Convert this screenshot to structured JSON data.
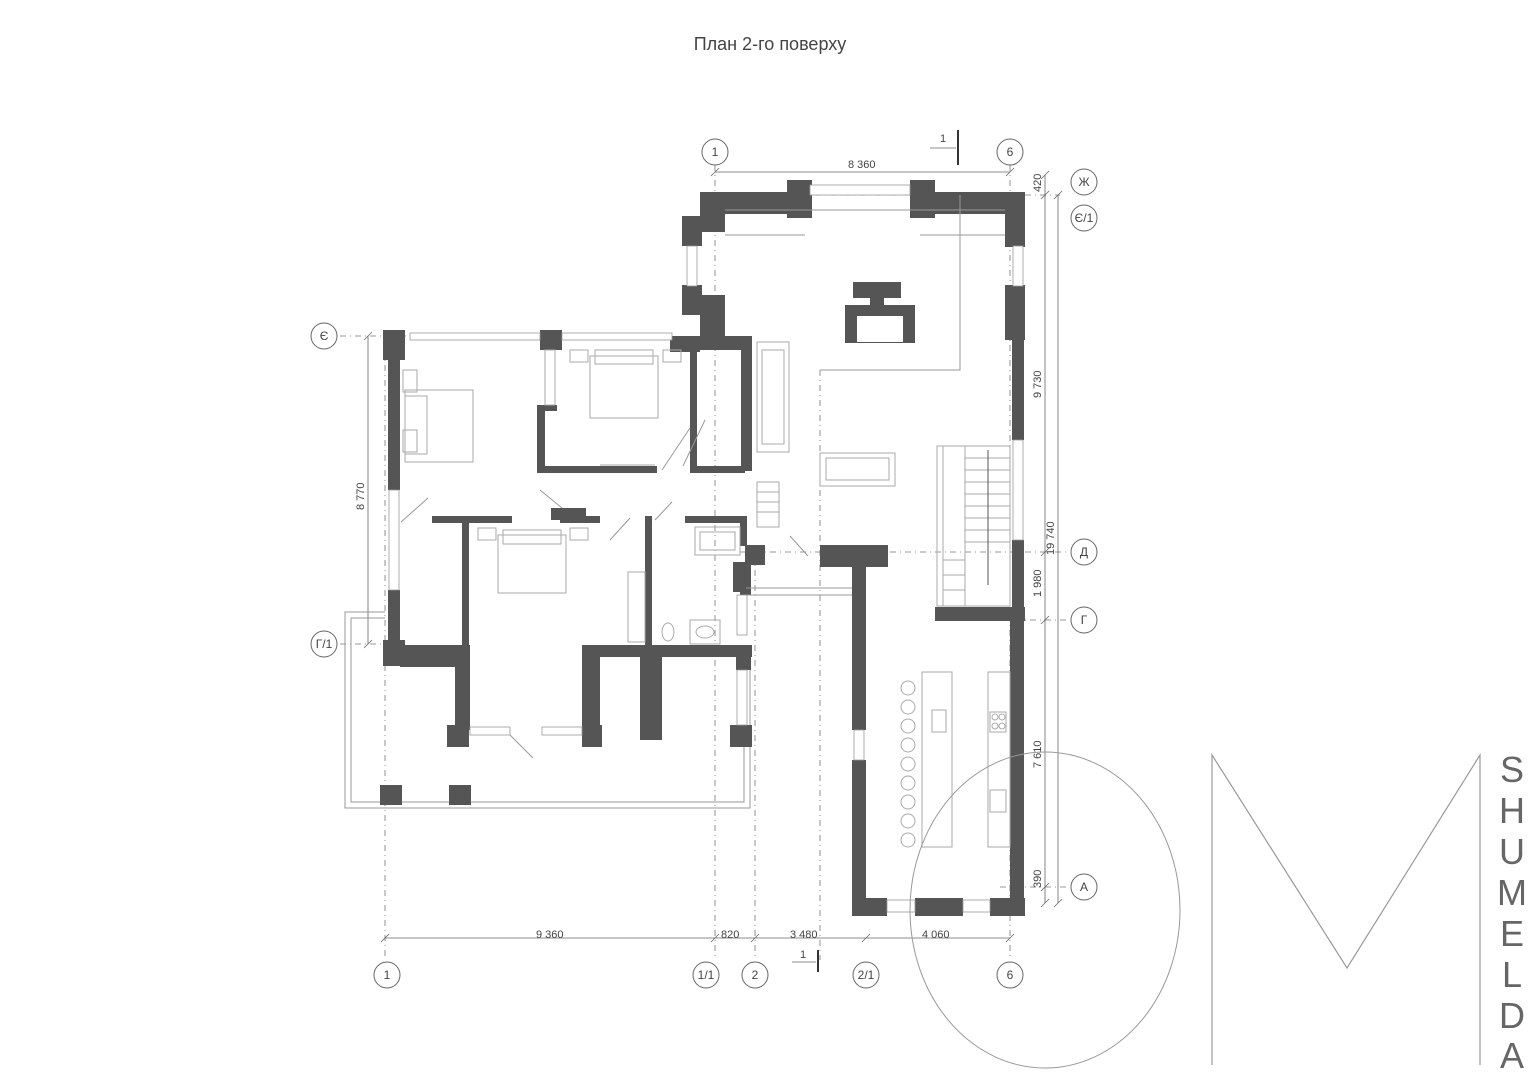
{
  "title": "План 2-го поверху",
  "axes": {
    "top": [
      "1",
      "6"
    ],
    "bottom": [
      "1",
      "1/1",
      "2",
      "2/1",
      "6"
    ],
    "left": [
      "Є",
      "Г/1"
    ],
    "right": [
      "Ж",
      "Є/1",
      "Д",
      "Г",
      "А"
    ]
  },
  "dimensions": {
    "top_width": "8 360",
    "bottom": [
      "9 360",
      "820",
      "3 480",
      "4 060"
    ],
    "left_height": "8 770",
    "right": [
      "420",
      "9 730",
      "19 740",
      "1 980",
      "7 610",
      "390"
    ]
  },
  "section_marks": [
    "1",
    "1"
  ],
  "logo": {
    "letters": [
      "S",
      "H",
      "U",
      "M",
      "E",
      "L",
      "D",
      "A"
    ]
  }
}
